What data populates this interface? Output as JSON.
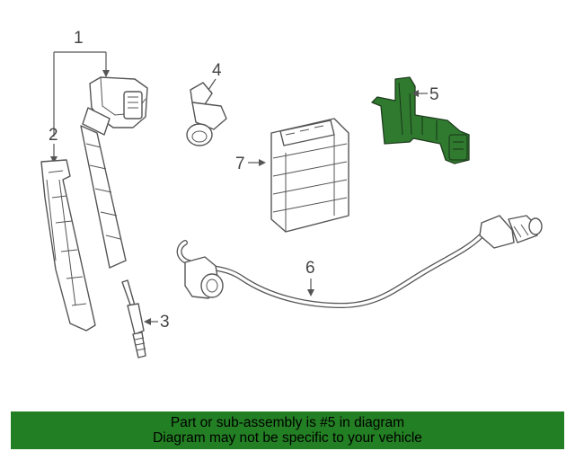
{
  "diagram": {
    "callouts": [
      {
        "id": "1",
        "label": "1"
      },
      {
        "id": "2",
        "label": "2"
      },
      {
        "id": "3",
        "label": "3"
      },
      {
        "id": "4",
        "label": "4"
      },
      {
        "id": "5",
        "label": "5"
      },
      {
        "id": "6",
        "label": "6"
      },
      {
        "id": "7",
        "label": "7"
      }
    ],
    "highlight_color": "#2f7a2f"
  },
  "banner": {
    "line1": "Part or sub-assembly is #5 in diagram",
    "line2": "Diagram may not be specific to your vehicle",
    "background": "#237f23"
  }
}
